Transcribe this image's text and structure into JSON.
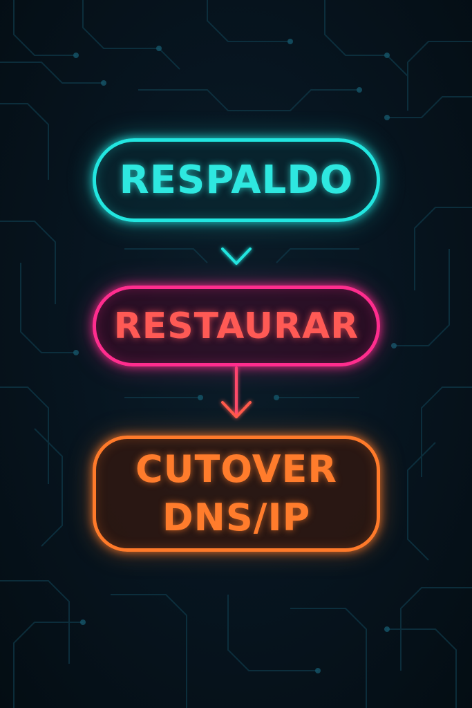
{
  "colors": {
    "background": "#06121a",
    "step1": "#22e6e0",
    "step2": "#ff2d8e",
    "step2_text": "#ff5a55",
    "step3": "#ff7a2a"
  },
  "flow": {
    "steps": [
      {
        "label": "RESPALDO"
      },
      {
        "label": "RESTAURAR"
      },
      {
        "label_line1": "CUTOVER",
        "label_line2": "DNS/IP"
      }
    ]
  }
}
